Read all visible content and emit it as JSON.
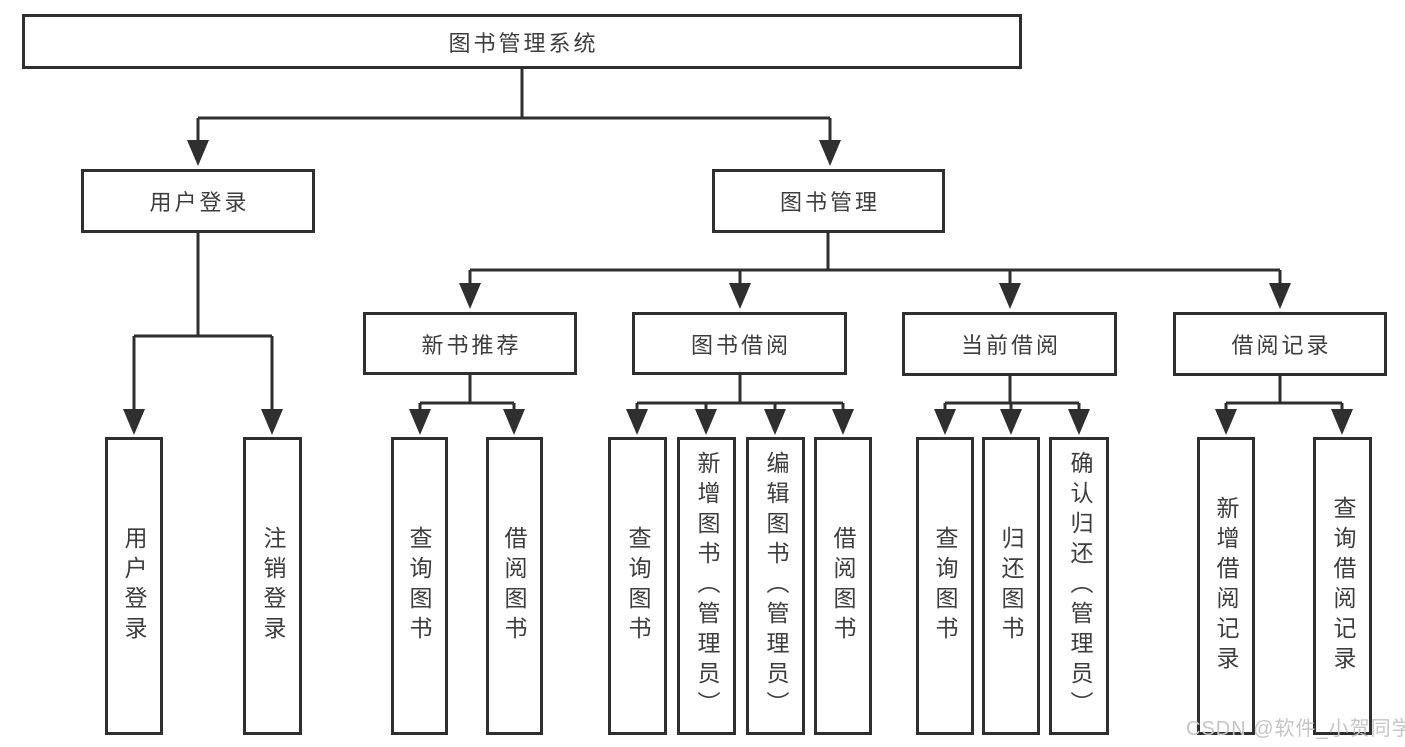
{
  "colors": {
    "background": "#ffffff",
    "line": "#2f2f2f",
    "box_border": "#2f2f2f",
    "text": "#3d3d3d",
    "watermark": "#c5c5c5"
  },
  "watermark": {
    "text": "CSDN @软件_小贺同学"
  },
  "tree": {
    "label": "图书管理系统",
    "children": [
      {
        "label": "用户登录",
        "children": [
          {
            "label": "用户登录"
          },
          {
            "label": "注销登录"
          }
        ]
      },
      {
        "label": "图书管理",
        "children": [
          {
            "label": "新书推荐",
            "children": [
              {
                "label": "查询图书"
              },
              {
                "label": "借阅图书"
              }
            ]
          },
          {
            "label": "图书借阅",
            "children": [
              {
                "label": "查询图书"
              },
              {
                "label": "新增图书（管理员）"
              },
              {
                "label": "编辑图书（管理员）"
              },
              {
                "label": "借阅图书"
              }
            ]
          },
          {
            "label": "当前借阅",
            "children": [
              {
                "label": "查询图书"
              },
              {
                "label": "归还图书"
              },
              {
                "label": "确认归还（管理员）"
              }
            ]
          },
          {
            "label": "借阅记录",
            "children": [
              {
                "label": "新增借阅记录"
              },
              {
                "label": "查询借阅记录"
              }
            ]
          }
        ]
      }
    ]
  }
}
